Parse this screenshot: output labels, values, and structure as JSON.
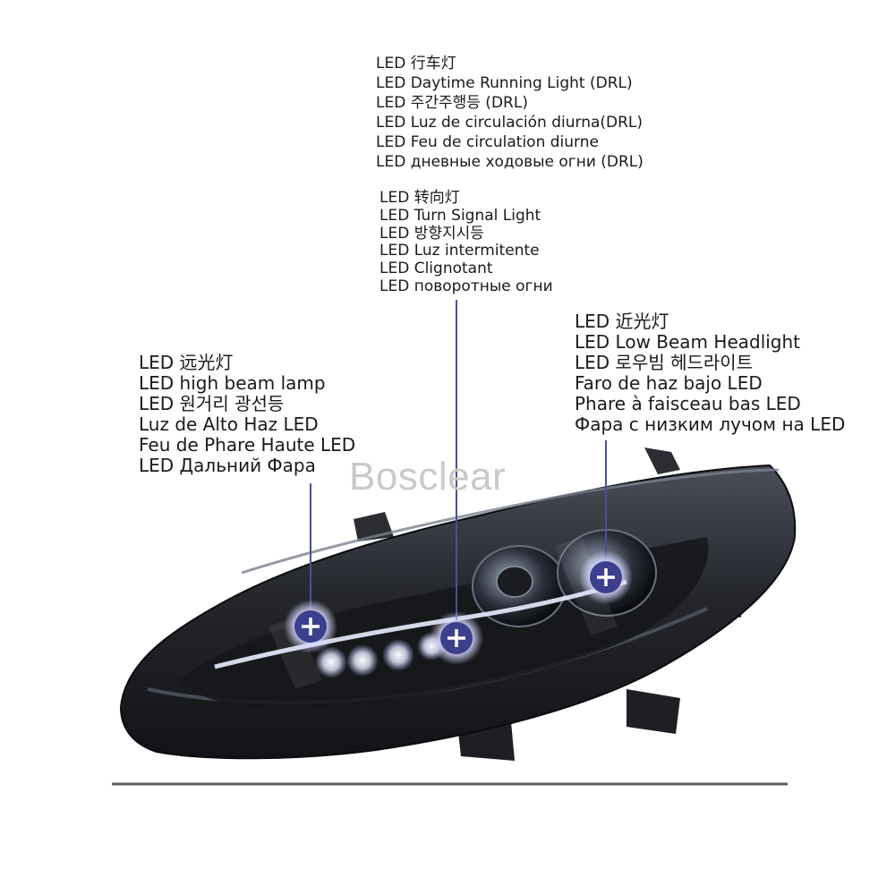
{
  "labels": {
    "drl": {
      "lines": [
        "LED 行车灯",
        "LED Daytime Running Light (DRL)",
        "LED 주간주행등 (DRL)",
        "LED Luz de circulación diurna(DRL)",
        "LED Feu de circulation diurne",
        "LED дневные ходовые огни (DRL)"
      ]
    },
    "turn": {
      "lines": [
        "LED 转向灯",
        "LED Turn Signal Light",
        "LED 방향지시등",
        "LED Luz intermitente",
        "LED Clignotant",
        "LED поворотные огни"
      ]
    },
    "high": {
      "lines": [
        "LED 远光灯",
        "LED high beam lamp",
        "LED 원거리 광선등",
        "Luz de Alto Haz LED",
        "Feu de Phare Haute LED",
        "LED Дальний Фара"
      ]
    },
    "low": {
      "lines": [
        "LED 近光灯",
        "LED Low Beam Headlight",
        "LED 로우빔 헤드라이트",
        "Faro de haz bajo LED",
        "Phare à faisceau bas LED",
        "Фара с низким лучом на LED"
      ]
    }
  },
  "watermark": "Bosclear",
  "markers": {
    "symbol": "+",
    "icon": "plus-icon",
    "color": "#3b3f8c",
    "glow": "#d7d9ff",
    "line_color": "#4a4f9a"
  },
  "colors": {
    "housing_dark": "#1c1d22",
    "housing_mid": "#3a3d45",
    "lens_highlight": "#aeb4c4",
    "led_glow": "#f3f6ff"
  }
}
